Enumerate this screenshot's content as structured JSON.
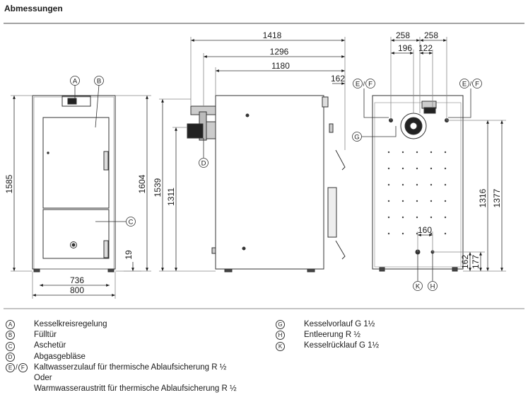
{
  "header": {
    "title": "Abmessungen"
  },
  "dimensions": {
    "front": {
      "width_outer": "800",
      "width_inner": "736",
      "height_total": "1585",
      "height_casing": "1604",
      "foot": "19"
    },
    "side": {
      "len_1418": "1418",
      "len_1296": "1296",
      "len_1180": "1180",
      "len_162": "162",
      "h_1539": "1539",
      "h_1311": "1311"
    },
    "rear": {
      "w_258_left": "258",
      "w_258_right": "258",
      "w_196": "196",
      "w_122": "122",
      "w_160": "160",
      "h_1316": "1316",
      "h_1377": "1377",
      "h_162": "162",
      "h_177": "177"
    }
  },
  "markers": {
    "A": "A",
    "B": "B",
    "C": "C",
    "D": "D",
    "E": "E",
    "F": "F",
    "G": "G",
    "H": "H",
    "K": "K"
  },
  "legend": {
    "left": [
      {
        "key": "A",
        "text": "Kesselkreisregelung"
      },
      {
        "key": "B",
        "text": "Fülltür"
      },
      {
        "key": "C",
        "text": "Aschetür"
      },
      {
        "key": "D",
        "text": "Abgasgebläse"
      },
      {
        "key": "E",
        "key2": "F",
        "text": "Kaltwasserzulauf für thermische Ablaufsicherung R ½"
      }
    ],
    "oder": "Oder",
    "warm": "Warmwasseraustritt für thermische Ablaufsicherung R ½",
    "right": [
      {
        "key": "G",
        "text": "Kesselvorlauf G 1½"
      },
      {
        "key": "H",
        "text": "Entleerung R ½"
      },
      {
        "key": "K",
        "text": "Kesselrücklauf G 1½"
      }
    ]
  }
}
